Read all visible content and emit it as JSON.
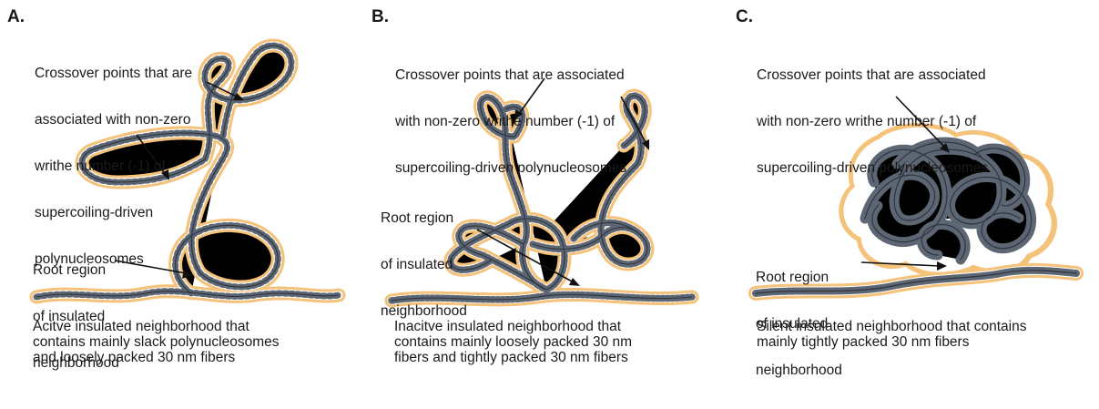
{
  "panels": [
    {
      "letter": "A.",
      "crossover_label": [
        "Crossover points that are",
        "associated with non-zero",
        "writhe number (-1) of",
        "supercoiling-driven",
        "polynucleosomes"
      ],
      "root_label": [
        "Root region",
        "of insulated",
        "neighborhood"
      ],
      "caption": [
        "Acitve insulated neighborhood that",
        "contains mainly slack polynucleosomes",
        "and loosely packed 30 nm fibers"
      ]
    },
    {
      "letter": "B.",
      "crossover_label": [
        "Crossover points that are associated",
        "with non-zero writhe number (-1) of",
        "supercoiling-driven polynucleosomes"
      ],
      "root_label": [
        "Root region",
        "of insulated",
        "neighborhood"
      ],
      "caption": [
        "Inacitve insulated neighborhood that",
        "contains mainly loosely packed 30 nm",
        "fibers and tightly packed 30 nm fibers"
      ]
    },
    {
      "letter": "C.",
      "crossover_label": [
        "Crossover points that are associated",
        "with non-zero writhe number (-1) of",
        "supercoiling-driven polynucleosomes"
      ],
      "root_label": [
        "Root region",
        "of insulated",
        "neighborhood"
      ],
      "caption": [
        "Silent insulated neighborhood that contains",
        "mainly tightly packed 30 nm fibers"
      ]
    }
  ],
  "colors": {
    "fiber_halo": "#f5c27a",
    "fiber_core": "#ffffff",
    "nucleosome": "#5d6673",
    "text": "#1a1a1a",
    "arrow": "#111111"
  }
}
